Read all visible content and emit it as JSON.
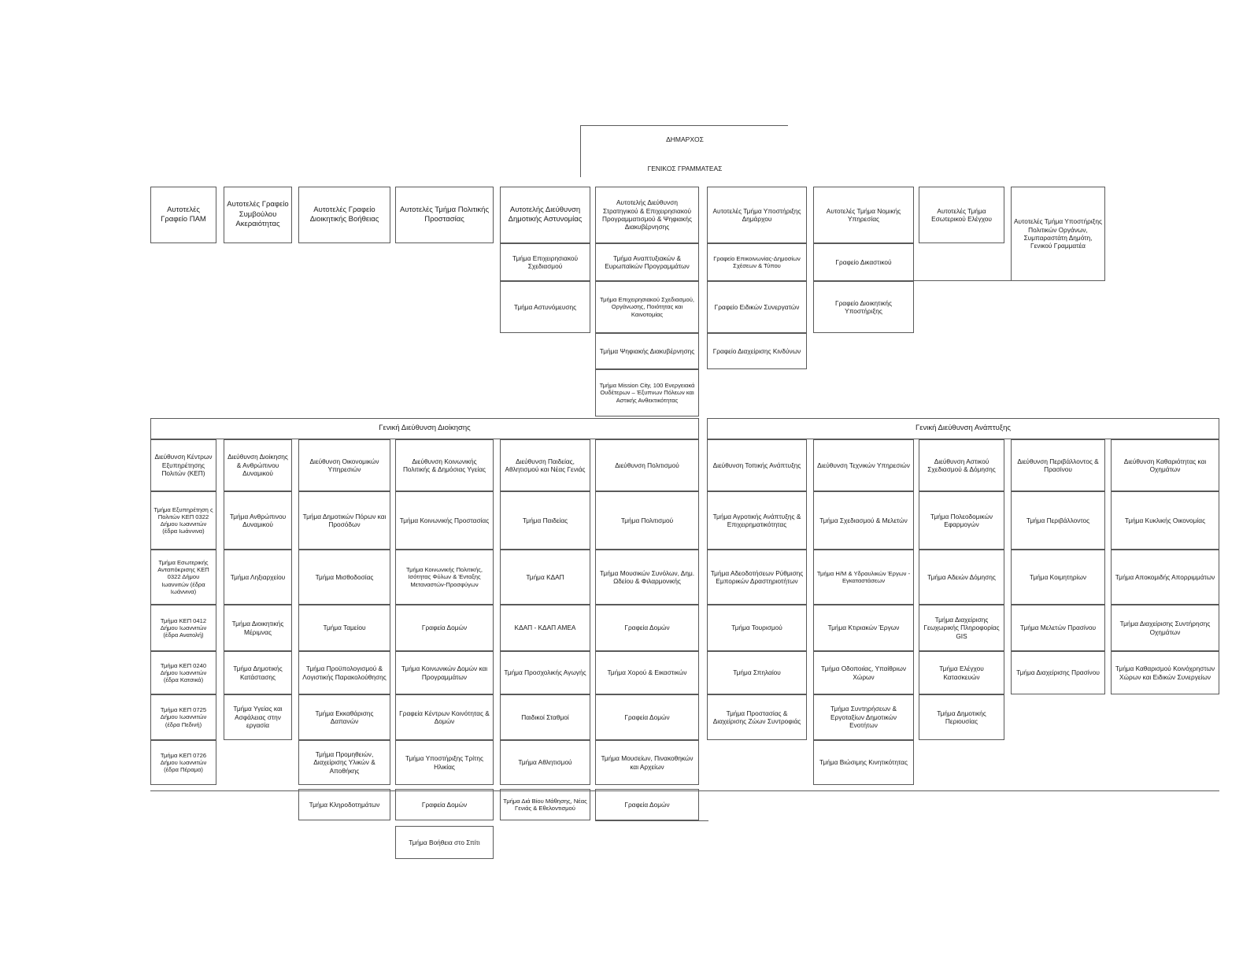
{
  "top": {
    "mayor": "ΔΗΜΑΡΧΟΣ",
    "general_secretary": "ΓΕΝΙΚΟΣ ΓΡΑΜΜΑΤΕΑΣ"
  },
  "independent": {
    "pam": "Αυτοτελές Γραφείο ΠΑΜ",
    "integrity": "Αυτοτελές Γραφείο Συμβούλου Ακεραιότητας",
    "admin_support": "Αυτοτελές Γραφείο Διοικητικής Βοήθειας",
    "civil_protection": "Αυτοτελές Τμήμα Πολιτικής Προστασίας",
    "police": {
      "title": "Αυτοτελής Διεύθυνση Δημοτικής Αστυνομίας",
      "units": [
        "Τμήμα Επιχειρησιακού Σχεδιασμού",
        "Τμήμα Αστυνόμευσης"
      ]
    },
    "strategic": {
      "title": "Αυτοτελής Διεύθυνση Στρατηγικού & Επιχειρησιακού Προγραμματισμού & Ψηφιακής Διακυβέρνησης",
      "units": [
        "Τμήμα Αναπτυξιακών & Ευρωπαϊκών Προγραμμάτων",
        "Τμήμα Επιχειρησιακού Σχεδιασμού, Οργάνωσης, Ποιότητας και Καινοτομίας",
        "Τμήμα Ψηφιακής Διακυβέρνησης",
        "Τμήμα Mission City, 100 Ενεργειακά Ουδέτερων – Έξυπνων Πόλεων και Αστικής Ανθεκτικότητας"
      ]
    },
    "mayor_support": {
      "title": "Αυτοτελές Τμήμα Υποστήριξης Δημάρχου",
      "units": [
        "Γραφείο Επικοινωνίας-Δημοσίων Σχέσεων & Τύπου",
        "Γραφείο Ειδικών Συνεργατών",
        "Γραφείο Διαχείρισης Κινδύνων"
      ]
    },
    "legal": {
      "title": "Αυτοτελές Τμήμα Νομικής Υπηρεσίας",
      "units": [
        "Γραφείο Δικαστικού",
        "Γραφείο Διοικητικής Υποστήριξης"
      ]
    },
    "internal_audit": "Αυτοτελές Τμήμα Εσωτερικού Ελέγχου",
    "political_support": "Αυτοτελές Τμήμα Υποστήριξης Πολιτικών Οργάνων, Συμπαραστάτη Δημότη, Γενικού Γραμματέα"
  },
  "gd_admin": {
    "title": "Γενική Διεύθυνση Διοίκησης",
    "directorates": [
      {
        "title": "Διεύθυνση Κέντρων Εξυπηρέτησης Πολιτών (ΚΕΠ)",
        "units": [
          "Τμήμα Εξυπηρέτηση ς Πολιτών ΚΕΠ 0322 Δήμου Ιωαννιτών (έδρα Ιωάννινα)",
          "Τμήμα Εσωτερικής Ανταπόκρισης ΚΕΠ 0322 Δήμου Ιωαννιτών (έδρα Ιωάννινα)",
          "Τμήμα ΚΕΠ 0412 Δήμου Ιωαννιτών (έδρα Ανατολή)",
          "Τμήμα ΚΕΠ 0240 Δήμου Ιωαννιτών (έδρα Κατσικά)",
          "Τμήμα ΚΕΠ 0725 Δήμου Ιωαννιτών (έδρα Πεδινή)",
          "Τμήμα ΚΕΠ 0726 Δήμου Ιωαννιτών (έδρα Πέραμα)"
        ]
      },
      {
        "title": "Διεύθυνση Διοίκησης & Ανθρώπινου Δυναμικού",
        "units": [
          "Τμήμα Ανθρώπινου Δυναμικού",
          "Τμήμα Ληξιαρχείου",
          "Τμήμα Διοικητικής Μέριμνας",
          "Τμήμα Δημοτικής Κατάστασης",
          "Τμήμα Υγείας και Ασφάλειας στην εργασία"
        ]
      },
      {
        "title": "Διεύθυνση Οικονομικών Υπηρεσιών",
        "units": [
          "Τμήμα Δημοτικών Πόρων και Προσόδων",
          "Τμήμα Μισθοδοσίας",
          "Τμήμα Ταμείου",
          "Τμήμα Προϋπολογισμού & Λογιστικής Παρακολούθησης",
          "Τμήμα Εκκαθάρισης Δαπανών",
          "Τμήμα Προμηθειών, Διαχείρισης Υλικών & Αποθήκης",
          "Τμήμα Κληροδοτημάτων"
        ]
      },
      {
        "title": "Διεύθυνση Κοινωνικής Πολιτικής & Δημόσιας Υγείας",
        "units": [
          "Τμήμα Κοινωνικής Προστασίας",
          "Τμήμα Κοινωνικής Πολιτικής, Ισότητας Φύλων & Ένταξης Μεταναστών-Προσφύγων",
          "Γραφεία Δομών",
          "Τμήμα Κοινωνικών Δομών και Προγραμμάτων",
          "Γραφεία Κέντρων Κοινότητας & Δομών",
          "Τμήμα Υποστήριξης Τρίτης Ηλικίας",
          "Γραφεία Δομών",
          "Τμήμα Βοήθεια στο Σπίτι"
        ]
      },
      {
        "title": "Διεύθυνση Παιδείας, Αθλητισμού και Νέας Γενιάς",
        "units": [
          "Τμήμα Παιδείας",
          "Τμήμα ΚΔΑΠ",
          "ΚΔΑΠ - ΚΔΑΠ ΑΜΕΑ",
          "Τμήμα Προσχολικής Αγωγής",
          "Παιδικοί Σταθμοί",
          "Τμήμα Αθλητισμού",
          "Τμήμα Διά Βίου Μάθησης, Νέας Γενιάς & Εθελοντισμού"
        ]
      },
      {
        "title": "Διεύθυνση Πολιτισμού",
        "units": [
          "Τμήμα Πολιτισμού",
          "Τμήμα Μουσικών Συνόλων, Δημ. Ωδείου & Φιλαρμονικής",
          "Γραφεία Δομών",
          "Τμήμα Χορού & Εικαστικών",
          "Γραφεία Δομών",
          "Τμήμα Μουσείων, Πινακοθηκών και Αρχείων",
          "Γραφεία Δομών"
        ]
      }
    ]
  },
  "gd_dev": {
    "title": "Γενική Διεύθυνση Ανάπτυξης",
    "directorates": [
      {
        "title": "Διεύθυνση Τοπικής Ανάπτυξης",
        "units": [
          "Τμήμα Αγροτικής Ανάπτυξης & Επιχειρηματικότητας",
          "Τμήμα Αδεοδοτήσεων Ρύθμισης Εμπορικών Δραστηριοτήτων",
          "Τμήμα Τουρισμού",
          "Τμήμα Σπηλαίου",
          "Τμήμα Προστασίας & Διαχείρισης Ζώων Συντροφιάς"
        ]
      },
      {
        "title": "Διεύθυνση Τεχνικών Υπηρεσιών",
        "units": [
          "Τμήμα Σχεδιασμού & Μελετών",
          "Τμήμα Η/Μ & Υδραυλικών Έργων - Εγκαταστάσεων",
          "Τμήμα Κτιριακών Έργων",
          "Τμήμα Οδοποιίας, Υπαίθριων Χώρων",
          "Τμήμα Συντηρήσεων & Εργοταξίων Δημοτικών Ενοτήτων",
          "Τμήμα Βιώσιμης Κινητικότητας"
        ]
      },
      {
        "title": "Διεύθυνση Αστικού Σχεδιασμού & Δόμησης",
        "units": [
          "Τμήμα Πολεοδομικών Εφαρμογών",
          "Τμήμα Αδειών Δόμησης",
          "Τμήμα Διαχείρισης Γεωχωρικής Πληροφορίας GIS",
          "Τμήμα Ελέγχου Κατασκευών",
          "Τμήμα Δημοτικής Περιουσίας"
        ]
      },
      {
        "title": "Διεύθυνση Περιβάλλοντος & Πρασίνου",
        "units": [
          "Τμήμα Περιβάλλοντος",
          "Τμήμα Κοιμητηρίων",
          "Τμήμα Μελετών Πρασίνου",
          "Τμήμα Διαχείρισης Πρασίνου"
        ]
      },
      {
        "title": "Διεύθυνση Καθαριότητας και Οχημάτων",
        "units": [
          "Τμήμα Κυκλικής Οικονομίας",
          "Τμήμα Αποκομιδής Απορριμμάτων",
          "Τμήμα Διαχείρισης Συντήρησης Οχημάτων",
          "Τμήμα Καθαρισμού Κοινόχρηστων Χώρων και Ειδικών Συνεργείων"
        ]
      }
    ]
  }
}
